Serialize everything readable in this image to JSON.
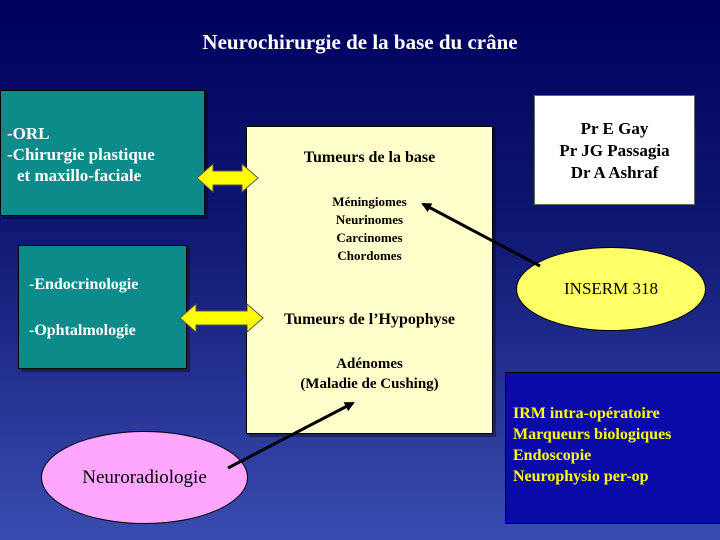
{
  "title": "Neurochirurgie de la base du crâne",
  "left_boxes": {
    "orl": {
      "line1": "-ORL",
      "line2": "-Chirurgie plastique",
      "line3": "et maxillo-faciale"
    },
    "endo": {
      "line1": "-Endocrinologie",
      "line2": "-Ophtalmologie"
    }
  },
  "center": {
    "heading1": "Tumeurs de la base",
    "items": [
      "Méningiomes",
      "Neurinomes",
      "Carcinomes",
      "Chordomes"
    ],
    "heading2": "Tumeurs de l’Hypophyse",
    "line_a": "Adénomes",
    "line_b": "(Maladie de Cushing)"
  },
  "authors": [
    "Pr E Gay",
    "Pr JG Passagia",
    "Dr A Ashraf"
  ],
  "inserm": "INSERM 318",
  "neuroradiologie": "Neuroradiologie",
  "irm_box": [
    "IRM intra-opératoire",
    "Marqueurs biologiques",
    "Endoscopie",
    "Neurophysio per-op"
  ],
  "colors": {
    "teal": "#0d8a8a",
    "center_fill": "#ffffcc",
    "arrow_yellow": "#ffff00",
    "inserm_fill": "#ffff66",
    "neuro_fill": "#ffa6ff",
    "irm_fill": "#0a0aa8",
    "irm_text": "#ffff00"
  }
}
